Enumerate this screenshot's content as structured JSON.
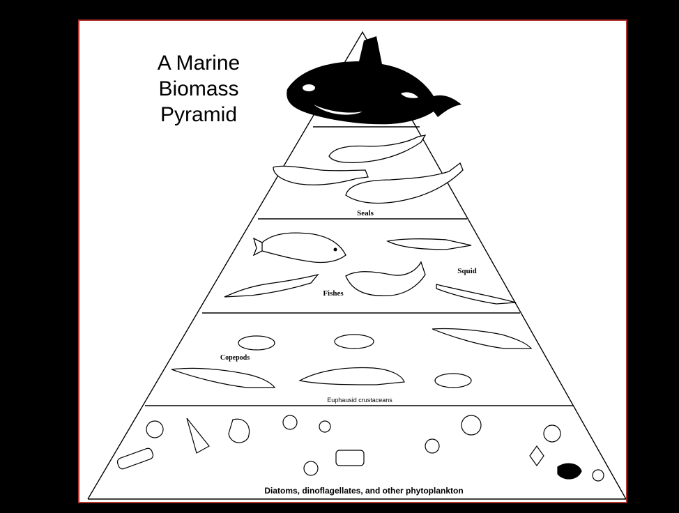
{
  "title": {
    "line1": "A Marine",
    "line2": "Biomass",
    "line3": "Pyramid"
  },
  "levels": [
    {
      "label": "Killer whale"
    },
    {
      "label": "Seals"
    },
    {
      "labels": [
        "Fishes",
        "Squid"
      ]
    },
    {
      "labels": [
        "Copepods",
        "Euphausid crustaceans"
      ]
    },
    {
      "label": "Diatoms, dinoflagellates, and other phytoplankton"
    }
  ]
}
